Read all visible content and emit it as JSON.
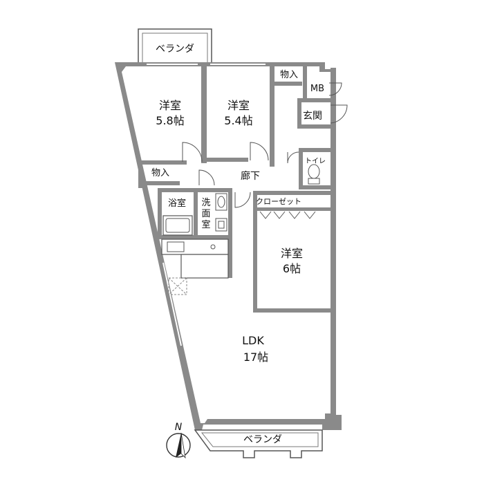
{
  "floorplan": {
    "north_label": "N",
    "rooms": {
      "balcony_top": "ベランダ",
      "western_room_1": {
        "name": "洋室",
        "size": "5.8帖"
      },
      "western_room_2": {
        "name": "洋室",
        "size": "5.4帖"
      },
      "storage_1": "物入",
      "storage_2": "物入",
      "meter_box": "MB",
      "entrance": "玄関",
      "toilet": "トイレ",
      "hallway": "廊下",
      "bathroom": "浴室",
      "washroom_line1": "洗",
      "washroom_line2": "面",
      "washroom_line3": "室",
      "closet": "クローゼット",
      "western_room_3": {
        "name": "洋室",
        "size": "6帖"
      },
      "ldk": {
        "name": "LDK",
        "size": "17帖"
      },
      "balcony_bottom": "ベランダ"
    }
  }
}
